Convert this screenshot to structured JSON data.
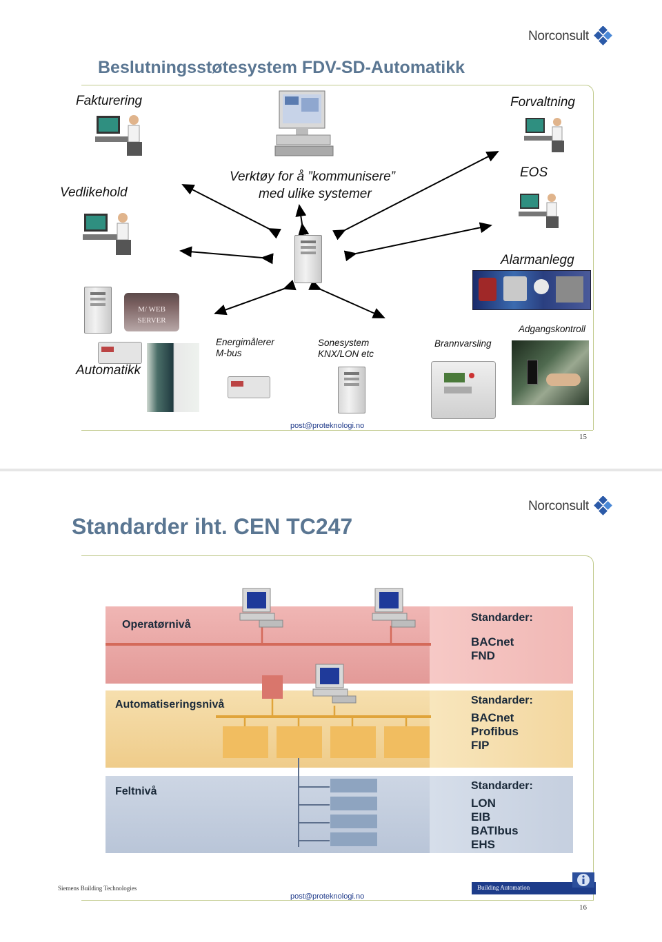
{
  "slide1": {
    "brand": "Norconsult",
    "title": "Beslutningsstøtesystem FDV-SD-Automatikk",
    "labels": {
      "fakturering": "Fakturering",
      "forvaltning": "Forvaltning",
      "vedlikehold": "Vedlikehold",
      "center_line1": "Verktøy for å ”kommunisere”",
      "center_line2": "med ulike systemer",
      "eos": "EOS",
      "alarmanlegg": "Alarmanlegg",
      "web_server_line1": "M/ WEB",
      "web_server_line2": "SERVER",
      "automatikk": "Automatikk",
      "energimalerer_line1": "Energimålerer",
      "energimalerer_line2": "M-bus",
      "sonesystem_line1": "Sonesystem",
      "sonesystem_line2": "KNX/LON etc",
      "brannvarsling": "Brannvarsling",
      "adgangskontroll": "Adgangskontroll"
    },
    "email": "post@proteknologi.no",
    "page_number": "15"
  },
  "slide2": {
    "brand": "Norconsult",
    "title": "Standarder iht. CEN TC247",
    "levels": [
      {
        "name": "Operatørnivå",
        "standards_header": "Standarder:",
        "standards": [
          "BACnet",
          "FND"
        ]
      },
      {
        "name": "Automatiseringsnivå",
        "standards_header": "Standarder:",
        "standards": [
          "BACnet",
          "Profibus",
          "FIP"
        ]
      },
      {
        "name": "Feltnivå",
        "standards_header": "Standarder:",
        "standards": [
          "LON",
          "EIB",
          "BATIbus",
          "EHS"
        ]
      }
    ],
    "footer_left": "Siemens Building Technologies",
    "footer_badge": "Building Automation",
    "email": "post@proteknologi.no",
    "page_number": "16",
    "colors": {
      "operator_band": "#e9a2a0",
      "automation_band": "#f3d8a0",
      "field_band": "#c5cfdf",
      "title_color": "#5a7692"
    }
  }
}
